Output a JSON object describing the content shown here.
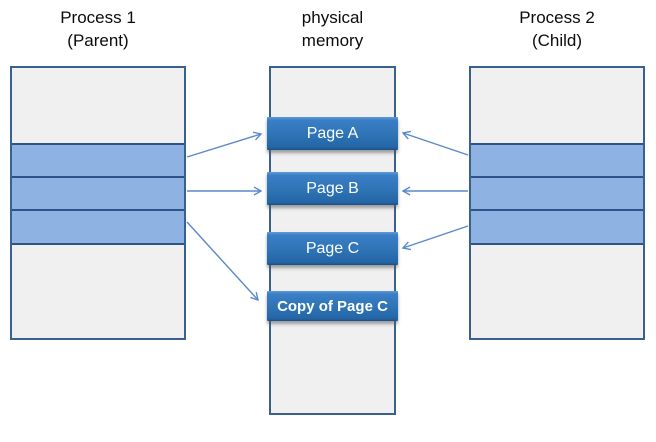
{
  "columns": [
    {
      "title_line1": "Process 1",
      "title_line2": "(Parent)"
    },
    {
      "title_line1": "physical",
      "title_line2": "memory"
    },
    {
      "title_line1": "Process 2",
      "title_line2": "(Child)"
    }
  ],
  "memory_pages": [
    {
      "label": "Page A"
    },
    {
      "label": "Page B"
    },
    {
      "label": "Page C"
    },
    {
      "label": "Copy of Page C"
    }
  ],
  "arrows": [
    {
      "from": "Process 1 mapped slot 1",
      "to": "Page A"
    },
    {
      "from": "Process 1 mapped slot 2",
      "to": "Page B"
    },
    {
      "from": "Process 1 mapped slot 3",
      "to": "Copy of Page C"
    },
    {
      "from": "Process 2 mapped slot 1",
      "to": "Page A"
    },
    {
      "from": "Process 2 mapped slot 2",
      "to": "Page B"
    },
    {
      "from": "Process 2 mapped slot 3",
      "to": "Page C"
    }
  ],
  "colors": {
    "page_box_blue": "#2E74B5",
    "mapped_band_blue": "#8EB2E2",
    "segment_gray": "#F0F0F0",
    "outline_navy": "#38618F",
    "arrow_blue": "#5B87CB",
    "page_text": "#FFFFFF"
  }
}
